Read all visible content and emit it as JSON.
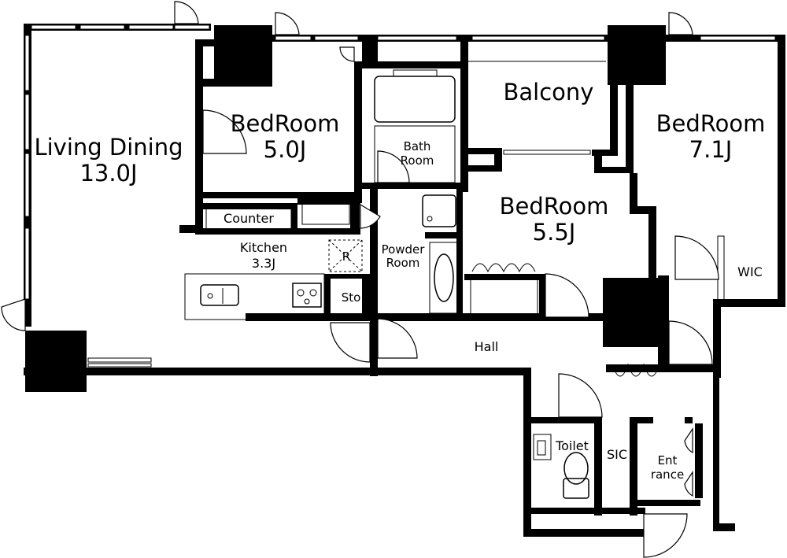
{
  "rooms": {
    "living_dining": {
      "name": "Living Dining",
      "size": "13.0J"
    },
    "bedroom_a": {
      "name": "BedRoom",
      "size": "5.0J"
    },
    "bedroom_b": {
      "name": "BedRoom",
      "size": "5.5J"
    },
    "bedroom_c": {
      "name": "BedRoom",
      "size": "7.1J"
    },
    "balcony": {
      "name": "Balcony"
    },
    "bath": {
      "line1": "Bath",
      "line2": "Room"
    },
    "powder": {
      "line1": "Powder",
      "line2": "Room"
    },
    "kitchen": {
      "name": "Kitchen",
      "size": "3.3J"
    },
    "counter": {
      "name": "Counter"
    },
    "storage": {
      "name": "Sto"
    },
    "fridge": {
      "name": "R"
    },
    "hall": {
      "name": "Hall"
    },
    "toilet": {
      "name": "Toilet"
    },
    "sic": {
      "name": "SIC"
    },
    "entrance": {
      "line1": "Ent",
      "line2": "rance"
    },
    "wic": {
      "name": "WIC"
    }
  },
  "colors": {
    "wall": "#000000",
    "background": "#ffffff"
  }
}
